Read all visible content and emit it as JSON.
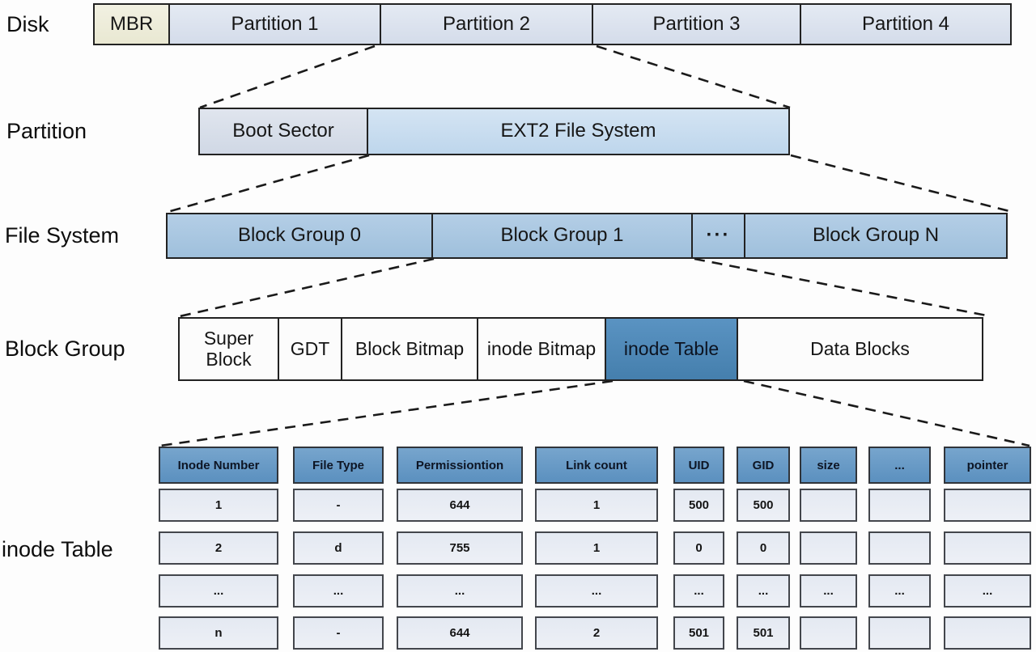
{
  "colors": {
    "mbr_fill": "#efeedc",
    "partition_fill": "#dce3ee",
    "boot_sector_fill": "#d8dee9",
    "ext2_fill": "#c9def0",
    "block_group_fill": "#aac7e1",
    "highlight_fill": "#4d89bb",
    "table_header_fill": "#689ac6",
    "table_cell_fill": "#e6ebf3",
    "line_color": "#1a1a1a"
  },
  "disk": {
    "label": "Disk",
    "segments": [
      "MBR",
      "Partition 1",
      "Partition 2",
      "Partition 3",
      "Partition 4"
    ]
  },
  "partition": {
    "label": "Partition",
    "segments": [
      "Boot Sector",
      "EXT2 File System"
    ]
  },
  "file_system": {
    "label": "File System",
    "segments": [
      "Block Group 0",
      "Block Group 1",
      "···",
      "Block Group N"
    ]
  },
  "block_group": {
    "label": "Block Group",
    "segments": [
      "Super Block",
      "GDT",
      "Block Bitmap",
      "inode Bitmap",
      "inode Table",
      "Data Blocks"
    ]
  },
  "inode_table": {
    "label": "inode Table",
    "headers": [
      "Inode Number",
      "File Type",
      "Permissiontion",
      "Link count",
      "UID",
      "GID",
      "size",
      "...",
      "pointer"
    ],
    "rows": [
      [
        "1",
        "-",
        "644",
        "1",
        "500",
        "500",
        "",
        "",
        ""
      ],
      [
        "2",
        "d",
        "755",
        "1",
        "0",
        "0",
        "",
        "",
        ""
      ],
      [
        "...",
        "...",
        "...",
        "...",
        "...",
        "...",
        "...",
        "...",
        "..."
      ],
      [
        "n",
        "-",
        "644",
        "2",
        "501",
        "501",
        "",
        "",
        ""
      ]
    ]
  }
}
